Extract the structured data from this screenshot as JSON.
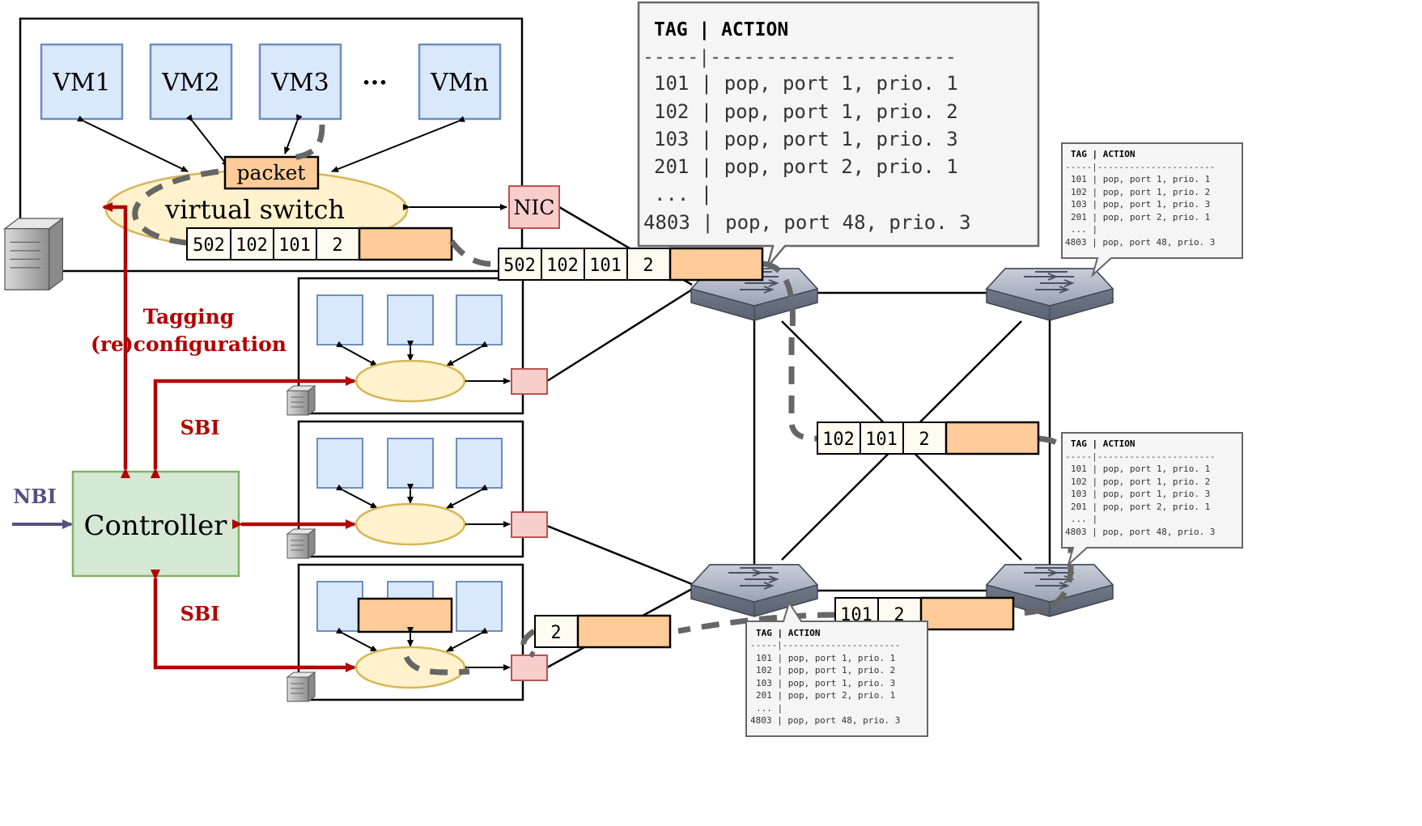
{
  "vms": [
    "VM1",
    "VM2",
    "VM3",
    "···",
    "VMn"
  ],
  "packet_label": "packet",
  "vswitch_label": "virtual switch",
  "nic_label": "NIC",
  "tag_stacks": {
    "in_host": [
      "502",
      "102",
      "101",
      "2"
    ],
    "host_to_switch": [
      "502",
      "102",
      "101",
      "2"
    ],
    "mid": [
      "102",
      "101",
      "2"
    ],
    "lower": [
      "101",
      "2"
    ],
    "last": [
      "2"
    ]
  },
  "controller": {
    "label": "Controller",
    "nbi": "NBI",
    "sbi_upper": "SBI",
    "sbi_lower": "SBI",
    "tagging_line1": "Tagging",
    "tagging_line2": "(re)configuration"
  },
  "flow_table": {
    "header": "TAG | ACTION",
    "separator": "-----|----------------------",
    "rows": [
      "101 | pop, port 1, prio. 1",
      "102 | pop, port 1, prio. 2",
      "103 | pop, port 1, prio. 3",
      "201 | pop, port 2, prio. 1",
      "... |",
      "4803 | pop, port 48, prio. 3"
    ]
  },
  "colors": {
    "vm_fill": "#dae8fc",
    "vm_stroke": "#6c8ebf",
    "vswitch_fill": "#fff2cc",
    "vswitch_stroke": "#d6b656",
    "nic_fill": "#f8cecc",
    "nic_stroke": "#b85450",
    "payload_fill": "#ffcc99",
    "controller_fill": "#d5e8d4",
    "controller_stroke": "#82b366",
    "red_arrow": "#b20000",
    "nbi_arrow": "#56517e",
    "table_fill": "#f5f5f5",
    "path_dash": "#666666"
  }
}
